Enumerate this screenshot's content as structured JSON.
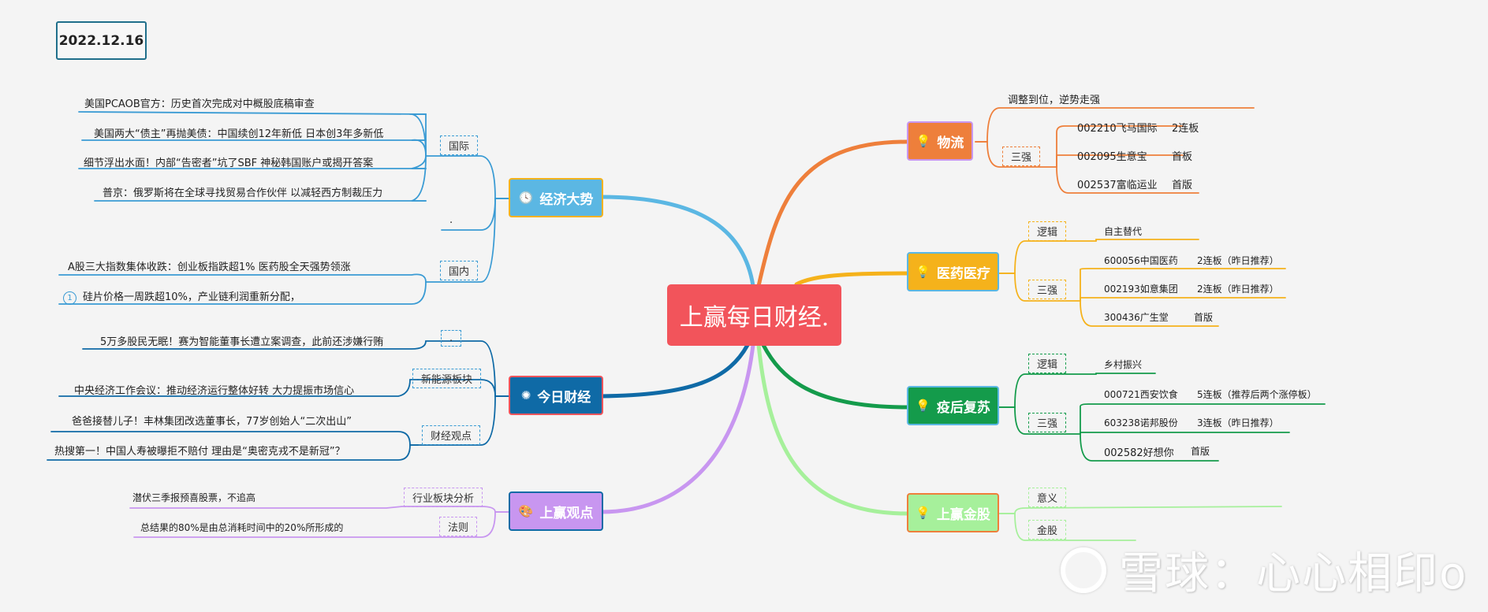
{
  "date": "2022.12.16",
  "root": "上赢每日财经.",
  "colors": {
    "root": "#f2545b",
    "economy": "#5bb7e3",
    "finance": "#0f6aa6",
    "view": "#c896f0",
    "logistics": "#ee7f3b",
    "medical": "#f5b21b",
    "recovery": "#149b4b",
    "gold": "#a6f09b"
  },
  "economy": {
    "title": "经济大势",
    "icon": "clock-icon",
    "intl_tag": "国际",
    "intl_items": [
      "美国PCAOB官方：历史首次完成对中概股底稿审查",
      "美国两大“债主”再抛美债：中国续创12年新低 日本创3年多新低",
      "细节浮出水面！内部“告密者”坑了SBF 神秘韩国账户或揭开答案",
      "普京：俄罗斯将在全球寻找贸易合作伙伴 以减轻西方制裁压力"
    ],
    "dot": ".",
    "domestic_tag": "国内",
    "domestic_items": [
      "A股三大指数集体收跌：创业板指跌超1% 医药股全天强势领涨",
      "硅片价格一周跌超10%，产业链利润重新分配，"
    ],
    "marker": "1"
  },
  "finance": {
    "title": "今日财经",
    "icon": "network-icon",
    "dot_tag": ".",
    "items": [
      "5万多股民无眠！赛为智能董事长遭立案调查，此前还涉嫌行贿",
      "中央经济工作会议：推动经济运行整体好转 大力提振市场信心",
      "爸爸接替儿子！丰林集团改选董事长，77岁创始人“二次出山”",
      "热搜第一！中国人寿被曝拒不赔付 理由是“奥密克戎不是新冠”？"
    ],
    "energy_tag": "新能源板块",
    "view_tag": "财经观点"
  },
  "view": {
    "title": "上赢观点",
    "icon": "palette-icon",
    "industry_tag": "行业板块分析",
    "industry_text": "潜伏三季报预喜股票，不追高",
    "rule_tag": "法则",
    "rule_text": "总结果的80%是由总消耗时间中的20%所形成的"
  },
  "logistics": {
    "title": "物流",
    "icon": "bulb-icon",
    "note": "调整到位，逆势走强",
    "top_tag": "三强",
    "stocks": [
      {
        "code": "002210飞马国际",
        "status": "2连板"
      },
      {
        "code": "002095生意宝",
        "status": "首板"
      },
      {
        "code": "002537富临运业",
        "status": "首版"
      }
    ]
  },
  "medical": {
    "title": "医药医疗",
    "icon": "bulb-icon",
    "logic_tag": "逻辑",
    "logic_text": "自主替代",
    "top_tag": "三强",
    "stocks": [
      {
        "code": "600056中国医药",
        "status": "2连板（昨日推荐）"
      },
      {
        "code": "002193如意集团",
        "status": "2连板（昨日推荐）"
      },
      {
        "code": "300436广生堂",
        "status": "首版"
      }
    ]
  },
  "recovery": {
    "title": "疫后复苏",
    "icon": "bulb-icon",
    "logic_tag": "逻辑",
    "logic_text": "乡村振兴",
    "top_tag": "三强",
    "stocks": [
      {
        "code": "000721西安饮食",
        "status": "5连板（推荐后两个涨停板）"
      },
      {
        "code": "603238诺邦股份",
        "status": "3连板（昨日推荐）"
      },
      {
        "code": "002582好想你",
        "status": "首版"
      }
    ]
  },
  "gold": {
    "title": "上赢金股",
    "icon": "bulb-icon",
    "meaning_tag": "意义",
    "stock_tag": "金股"
  },
  "watermark": "雪球：心心相印o"
}
